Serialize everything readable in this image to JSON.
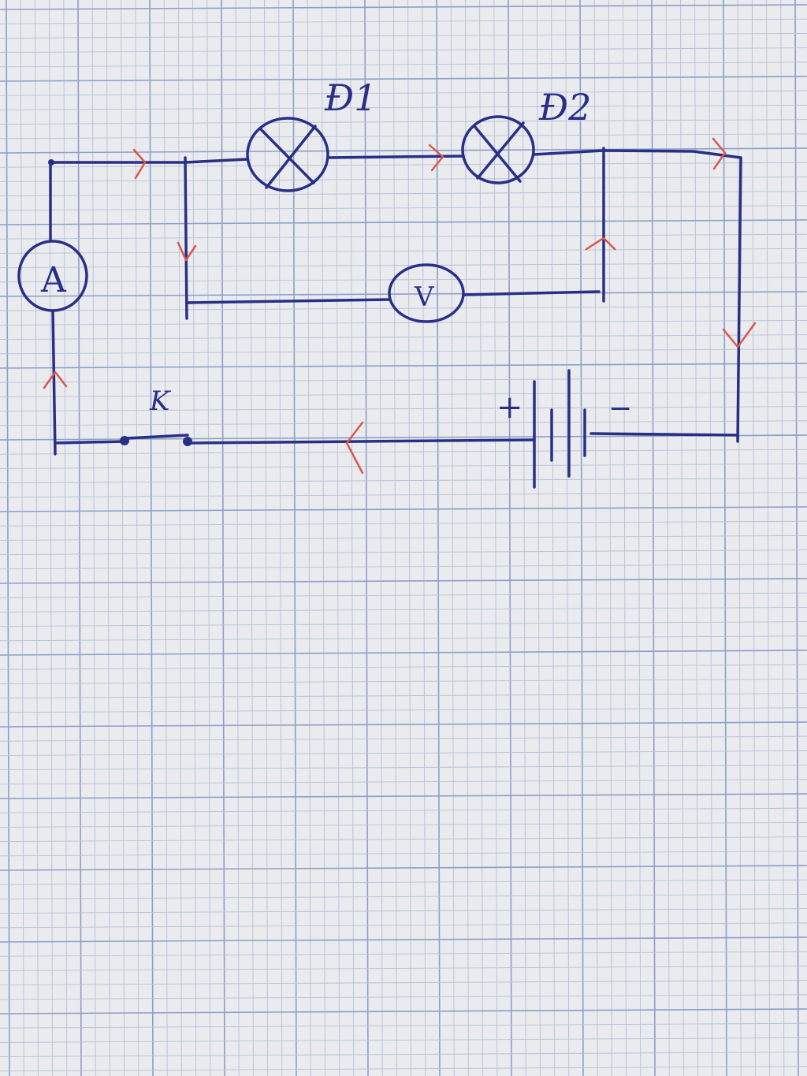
{
  "labels": {
    "lamp1": "Đ1",
    "lamp2": "Đ2",
    "ammeter": "A",
    "voltmeter": "V",
    "switch": "K",
    "battery_plus": "+",
    "battery_minus": "−"
  },
  "colors": {
    "paper": "#e9ebee",
    "grid_minor": "#b7c0d6",
    "grid_major": "#8d9fc6",
    "ink": "#2a2f86",
    "arrow": "#d9584a"
  }
}
